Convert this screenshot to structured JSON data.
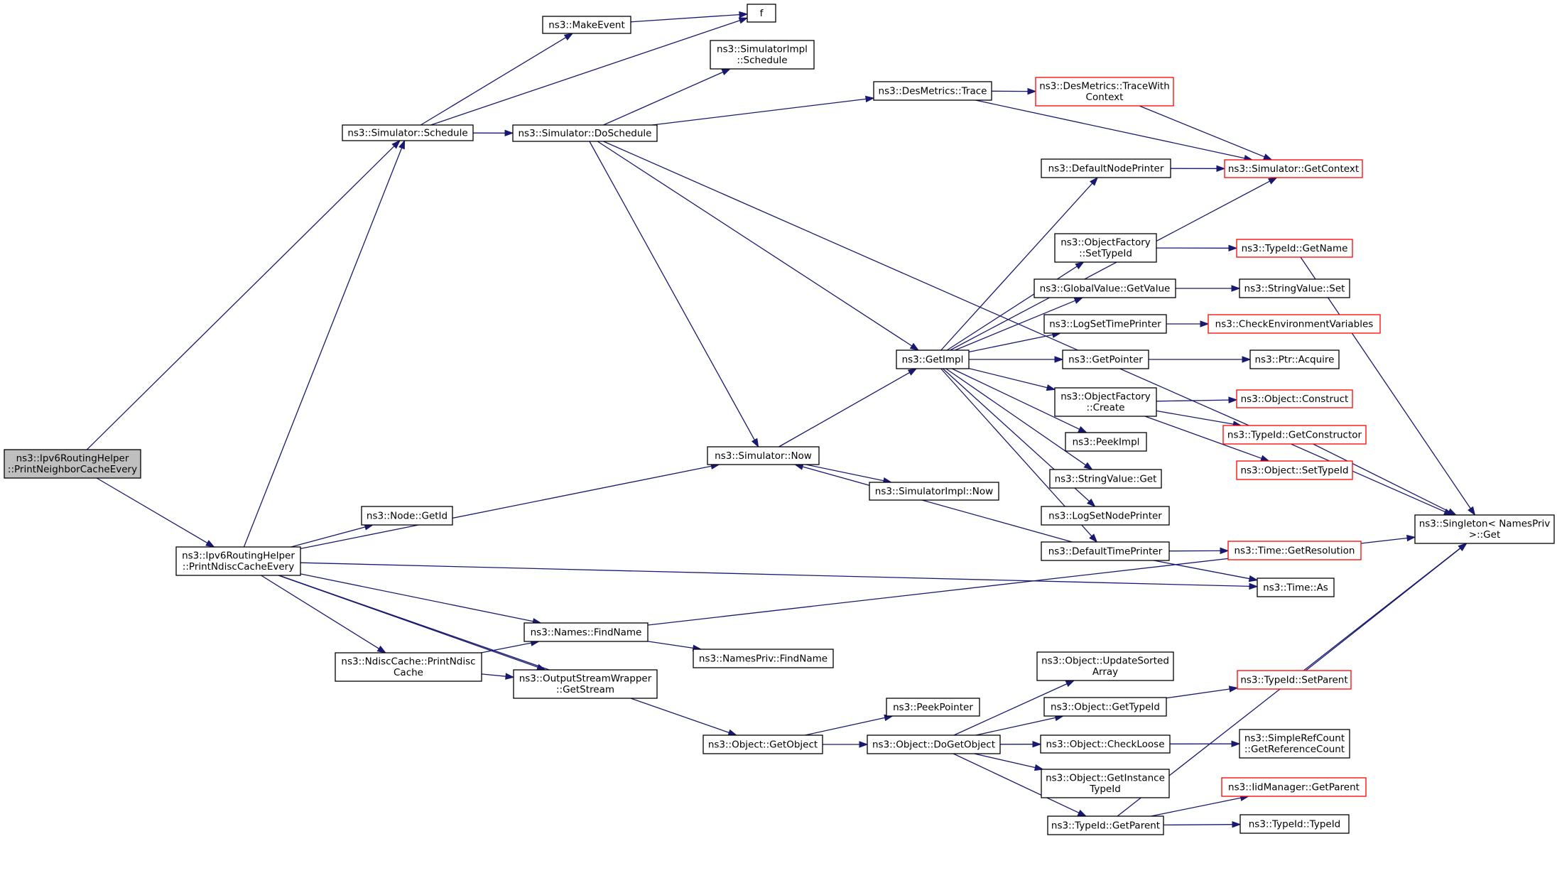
{
  "colors": {
    "edge": "#191970",
    "external_border": "#ff0000",
    "root_fill": "#bfbfbf"
  },
  "nodes": [
    {
      "id": "root",
      "lines": [
        "ns3::Ipv6RoutingHelper",
        "::PrintNeighborCacheEvery"
      ],
      "style": "gray"
    },
    {
      "id": "sim_schedule",
      "lines": [
        "ns3::Simulator::Schedule"
      ]
    },
    {
      "id": "make_event",
      "lines": [
        "ns3::MakeEvent"
      ]
    },
    {
      "id": "f",
      "lines": [
        "f"
      ]
    },
    {
      "id": "simimpl_schedule",
      "lines": [
        "ns3::SimulatorImpl",
        "::Schedule"
      ]
    },
    {
      "id": "do_schedule",
      "lines": [
        "ns3::Simulator::DoSchedule"
      ]
    },
    {
      "id": "desmetrics_trace",
      "lines": [
        "ns3::DesMetrics::Trace"
      ]
    },
    {
      "id": "trace_with_context",
      "lines": [
        "ns3::DesMetrics::TraceWith",
        "Context"
      ],
      "style": "red"
    },
    {
      "id": "get_context",
      "lines": [
        "ns3::Simulator::GetContext"
      ],
      "style": "red"
    },
    {
      "id": "default_node_printer",
      "lines": [
        "ns3::DefaultNodePrinter"
      ]
    },
    {
      "id": "singleton_get",
      "lines": [
        "ns3::Singleton< NamesPriv",
        ">::Get"
      ]
    },
    {
      "id": "objfactory_settypeid",
      "lines": [
        "ns3::ObjectFactory",
        "::SetTypeId"
      ]
    },
    {
      "id": "typeid_getname",
      "lines": [
        "ns3::TypeId::GetName"
      ],
      "style": "red"
    },
    {
      "id": "globalvalue_getvalue",
      "lines": [
        "ns3::GlobalValue::GetValue"
      ]
    },
    {
      "id": "stringvalue_set",
      "lines": [
        "ns3::StringValue::Set"
      ]
    },
    {
      "id": "logsettimeprinter",
      "lines": [
        "ns3::LogSetTimePrinter"
      ]
    },
    {
      "id": "checkenvvars",
      "lines": [
        "ns3::CheckEnvironmentVariables"
      ],
      "style": "red"
    },
    {
      "id": "getimpl",
      "lines": [
        "ns3::GetImpl"
      ]
    },
    {
      "id": "getpointer",
      "lines": [
        "ns3::GetPointer"
      ]
    },
    {
      "id": "ptr_acquire",
      "lines": [
        "ns3::Ptr::Acquire"
      ]
    },
    {
      "id": "objfactory_create",
      "lines": [
        "ns3::ObjectFactory",
        "::Create"
      ]
    },
    {
      "id": "object_construct",
      "lines": [
        "ns3::Object::Construct"
      ],
      "style": "red"
    },
    {
      "id": "typeid_getconstructor",
      "lines": [
        "ns3::TypeId::GetConstructor"
      ],
      "style": "red"
    },
    {
      "id": "peekimpl",
      "lines": [
        "ns3::PeekImpl"
      ]
    },
    {
      "id": "object_settypeid",
      "lines": [
        "ns3::Object::SetTypeId"
      ],
      "style": "red"
    },
    {
      "id": "stringvalue_get",
      "lines": [
        "ns3::StringValue::Get"
      ]
    },
    {
      "id": "sim_now",
      "lines": [
        "ns3::Simulator::Now"
      ]
    },
    {
      "id": "simimpl_now",
      "lines": [
        "ns3::SimulatorImpl::Now"
      ]
    },
    {
      "id": "logsetnodeprinter",
      "lines": [
        "ns3::LogSetNodePrinter"
      ]
    },
    {
      "id": "node_getid",
      "lines": [
        "ns3::Node::GetId"
      ]
    },
    {
      "id": "default_time_printer",
      "lines": [
        "ns3::DefaultTimePrinter"
      ]
    },
    {
      "id": "time_getresolution",
      "lines": [
        "ns3::Time::GetResolution"
      ],
      "style": "red"
    },
    {
      "id": "print_ndisc",
      "lines": [
        "ns3::Ipv6RoutingHelper",
        "::PrintNdiscCacheEvery"
      ]
    },
    {
      "id": "time_as",
      "lines": [
        "ns3::Time::As"
      ]
    },
    {
      "id": "names_findname",
      "lines": [
        "ns3::Names::FindName"
      ]
    },
    {
      "id": "namespriv_findname",
      "lines": [
        "ns3::NamesPriv::FindName"
      ]
    },
    {
      "id": "ndisc_print",
      "lines": [
        "ns3::NdiscCache::PrintNdisc",
        "Cache"
      ]
    },
    {
      "id": "osw_getstream",
      "lines": [
        "ns3::OutputStreamWrapper",
        "::GetStream"
      ]
    },
    {
      "id": "object_updatesorted",
      "lines": [
        "ns3::Object::UpdateSorted",
        "Array"
      ]
    },
    {
      "id": "typeid_setparent",
      "lines": [
        "ns3::TypeId::SetParent"
      ],
      "style": "red"
    },
    {
      "id": "peekpointer",
      "lines": [
        "ns3::PeekPointer"
      ]
    },
    {
      "id": "object_gettypeid",
      "lines": [
        "ns3::Object::GetTypeId"
      ]
    },
    {
      "id": "object_getobject",
      "lines": [
        "ns3::Object::GetObject"
      ]
    },
    {
      "id": "object_dogetobject",
      "lines": [
        "ns3::Object::DoGetObject"
      ]
    },
    {
      "id": "object_checkloose",
      "lines": [
        "ns3::Object::CheckLoose"
      ]
    },
    {
      "id": "simplerefcount",
      "lines": [
        "ns3::SimpleRefCount",
        "::GetReferenceCount"
      ]
    },
    {
      "id": "object_getinstancetypeid",
      "lines": [
        "ns3::Object::GetInstance",
        "TypeId"
      ]
    },
    {
      "id": "iidmanager_getparent",
      "lines": [
        "ns3::IidManager::GetParent"
      ],
      "style": "red"
    },
    {
      "id": "typeid_getparent",
      "lines": [
        "ns3::TypeId::GetParent"
      ]
    },
    {
      "id": "typeid_typeid",
      "lines": [
        "ns3::TypeId::TypeId"
      ]
    }
  ],
  "edges": [
    [
      "root",
      "sim_schedule"
    ],
    [
      "root",
      "print_ndisc"
    ],
    [
      "sim_schedule",
      "make_event"
    ],
    [
      "sim_schedule",
      "f"
    ],
    [
      "sim_schedule",
      "do_schedule"
    ],
    [
      "make_event",
      "f"
    ],
    [
      "do_schedule",
      "simimpl_schedule"
    ],
    [
      "do_schedule",
      "desmetrics_trace"
    ],
    [
      "do_schedule",
      "singleton_get"
    ],
    [
      "do_schedule",
      "getimpl"
    ],
    [
      "do_schedule",
      "sim_now"
    ],
    [
      "desmetrics_trace",
      "trace_with_context"
    ],
    [
      "desmetrics_trace",
      "get_context"
    ],
    [
      "trace_with_context",
      "get_context"
    ],
    [
      "default_node_printer",
      "get_context"
    ],
    [
      "getimpl",
      "get_context"
    ],
    [
      "getimpl",
      "default_node_printer"
    ],
    [
      "getimpl",
      "objfactory_settypeid"
    ],
    [
      "getimpl",
      "globalvalue_getvalue"
    ],
    [
      "getimpl",
      "logsettimeprinter"
    ],
    [
      "getimpl",
      "getpointer"
    ],
    [
      "getimpl",
      "objfactory_create"
    ],
    [
      "getimpl",
      "peekimpl"
    ],
    [
      "getimpl",
      "stringvalue_get"
    ],
    [
      "getimpl",
      "logsetnodeprinter"
    ],
    [
      "getimpl",
      "default_time_printer"
    ],
    [
      "objfactory_settypeid",
      "typeid_getname"
    ],
    [
      "typeid_getname",
      "singleton_get"
    ],
    [
      "globalvalue_getvalue",
      "stringvalue_set"
    ],
    [
      "logsettimeprinter",
      "checkenvvars"
    ],
    [
      "getpointer",
      "ptr_acquire"
    ],
    [
      "objfactory_create",
      "object_construct"
    ],
    [
      "objfactory_create",
      "typeid_getconstructor"
    ],
    [
      "objfactory_create",
      "object_settypeid"
    ],
    [
      "typeid_getconstructor",
      "singleton_get"
    ],
    [
      "sim_now",
      "getimpl"
    ],
    [
      "sim_now",
      "simimpl_now"
    ],
    [
      "default_time_printer",
      "sim_now"
    ],
    [
      "default_time_printer",
      "time_getresolution"
    ],
    [
      "default_time_printer",
      "time_as"
    ],
    [
      "print_ndisc",
      "sim_schedule"
    ],
    [
      "print_ndisc",
      "node_getid"
    ],
    [
      "print_ndisc",
      "sim_now"
    ],
    [
      "print_ndisc",
      "time_as"
    ],
    [
      "print_ndisc",
      "names_findname"
    ],
    [
      "print_ndisc",
      "ndisc_print"
    ],
    [
      "print_ndisc",
      "osw_getstream"
    ],
    [
      "print_ndisc",
      "object_getobject"
    ],
    [
      "names_findname",
      "singleton_get"
    ],
    [
      "names_findname",
      "namespriv_findname"
    ],
    [
      "ndisc_print",
      "names_findname"
    ],
    [
      "ndisc_print",
      "osw_getstream"
    ],
    [
      "object_getobject",
      "peekpointer"
    ],
    [
      "object_getobject",
      "object_dogetobject"
    ],
    [
      "object_dogetobject",
      "object_updatesorted"
    ],
    [
      "object_dogetobject",
      "object_gettypeid"
    ],
    [
      "object_dogetobject",
      "object_checkloose"
    ],
    [
      "object_dogetobject",
      "object_getinstancetypeid"
    ],
    [
      "object_dogetobject",
      "typeid_getparent"
    ],
    [
      "object_gettypeid",
      "typeid_setparent"
    ],
    [
      "typeid_setparent",
      "singleton_get"
    ],
    [
      "object_checkloose",
      "simplerefcount"
    ],
    [
      "typeid_getparent",
      "iidmanager_getparent"
    ],
    [
      "typeid_getparent",
      "typeid_typeid"
    ],
    [
      "typeid_getparent",
      "singleton_get"
    ]
  ]
}
